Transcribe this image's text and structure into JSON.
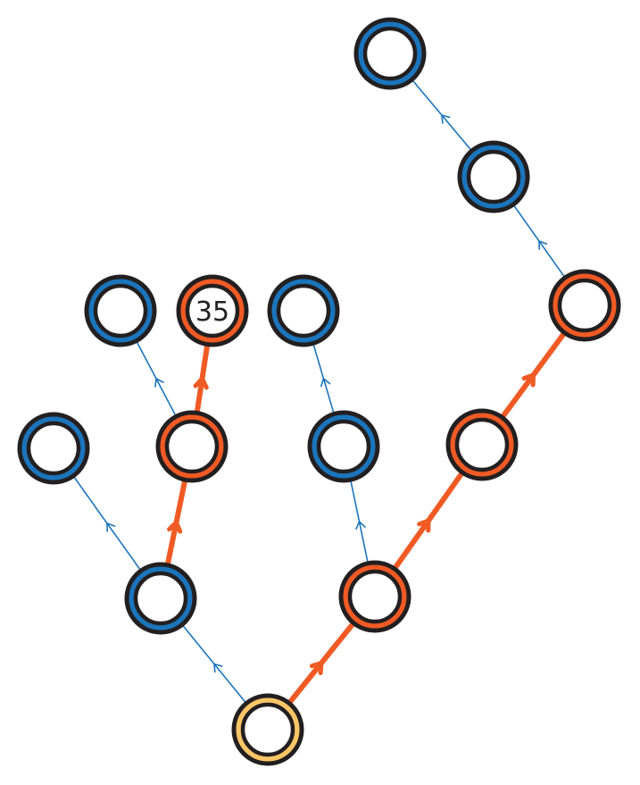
{
  "colors": {
    "path": "#f05a24",
    "other": "#1b75bc",
    "root": "#fbc667",
    "outline": "#231f20"
  },
  "nodes": [
    {
      "id": "root",
      "kind": "root",
      "label": ""
    },
    {
      "id": "a",
      "kind": "other",
      "label": ""
    },
    {
      "id": "b",
      "kind": "path",
      "label": ""
    },
    {
      "id": "a1",
      "kind": "other",
      "label": ""
    },
    {
      "id": "a2",
      "kind": "path",
      "label": ""
    },
    {
      "id": "b1",
      "kind": "other",
      "label": ""
    },
    {
      "id": "b2",
      "kind": "path",
      "label": ""
    },
    {
      "id": "a2a",
      "kind": "other",
      "label": ""
    },
    {
      "id": "a2b",
      "kind": "path",
      "label": "35"
    },
    {
      "id": "b1a",
      "kind": "other",
      "label": ""
    },
    {
      "id": "b2a",
      "kind": "path",
      "label": ""
    },
    {
      "id": "b2a1",
      "kind": "other",
      "label": ""
    },
    {
      "id": "b2a1a",
      "kind": "other",
      "label": ""
    }
  ],
  "edges": [
    {
      "from": "root",
      "to": "a",
      "kind": "other"
    },
    {
      "from": "root",
      "to": "b",
      "kind": "path"
    },
    {
      "from": "a",
      "to": "a1",
      "kind": "other"
    },
    {
      "from": "a",
      "to": "a2",
      "kind": "path"
    },
    {
      "from": "b",
      "to": "b1",
      "kind": "other"
    },
    {
      "from": "b",
      "to": "b2",
      "kind": "path"
    },
    {
      "from": "a2",
      "to": "a2a",
      "kind": "other"
    },
    {
      "from": "a2",
      "to": "a2b",
      "kind": "path"
    },
    {
      "from": "b1",
      "to": "b1a",
      "kind": "other"
    },
    {
      "from": "b2",
      "to": "b2a",
      "kind": "path"
    },
    {
      "from": "b2a",
      "to": "b2a1",
      "kind": "other"
    },
    {
      "from": "b2a1",
      "to": "b2a1a",
      "kind": "other"
    }
  ]
}
